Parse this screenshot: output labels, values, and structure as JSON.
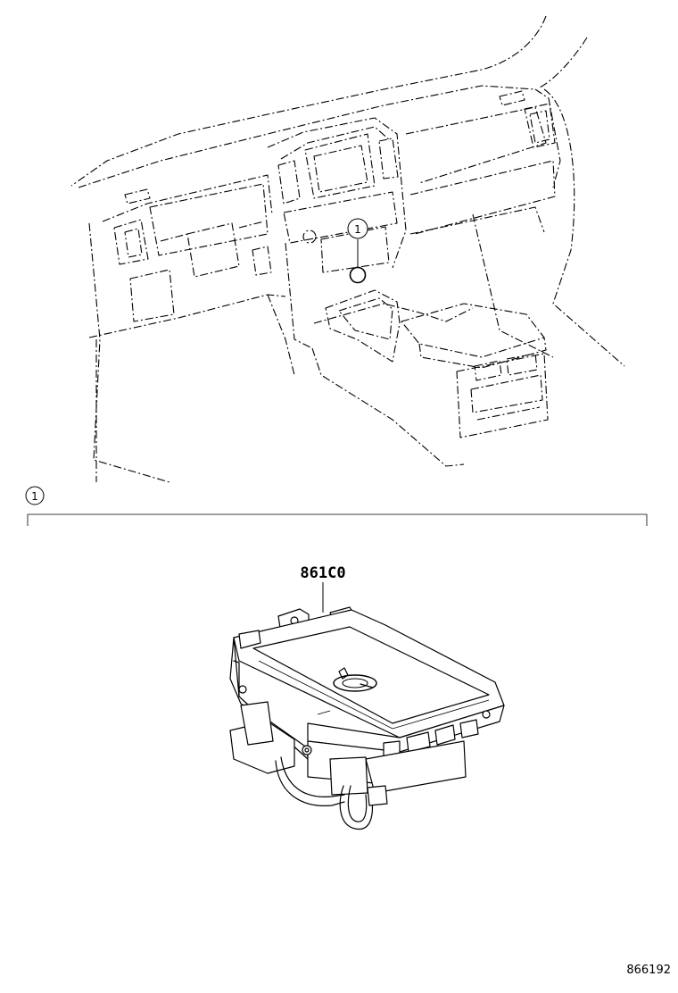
{
  "callouts": {
    "detail_marker": "1",
    "location_marker": "1"
  },
  "parts": [
    {
      "number": "861C0"
    }
  ],
  "figure_number": "866192"
}
